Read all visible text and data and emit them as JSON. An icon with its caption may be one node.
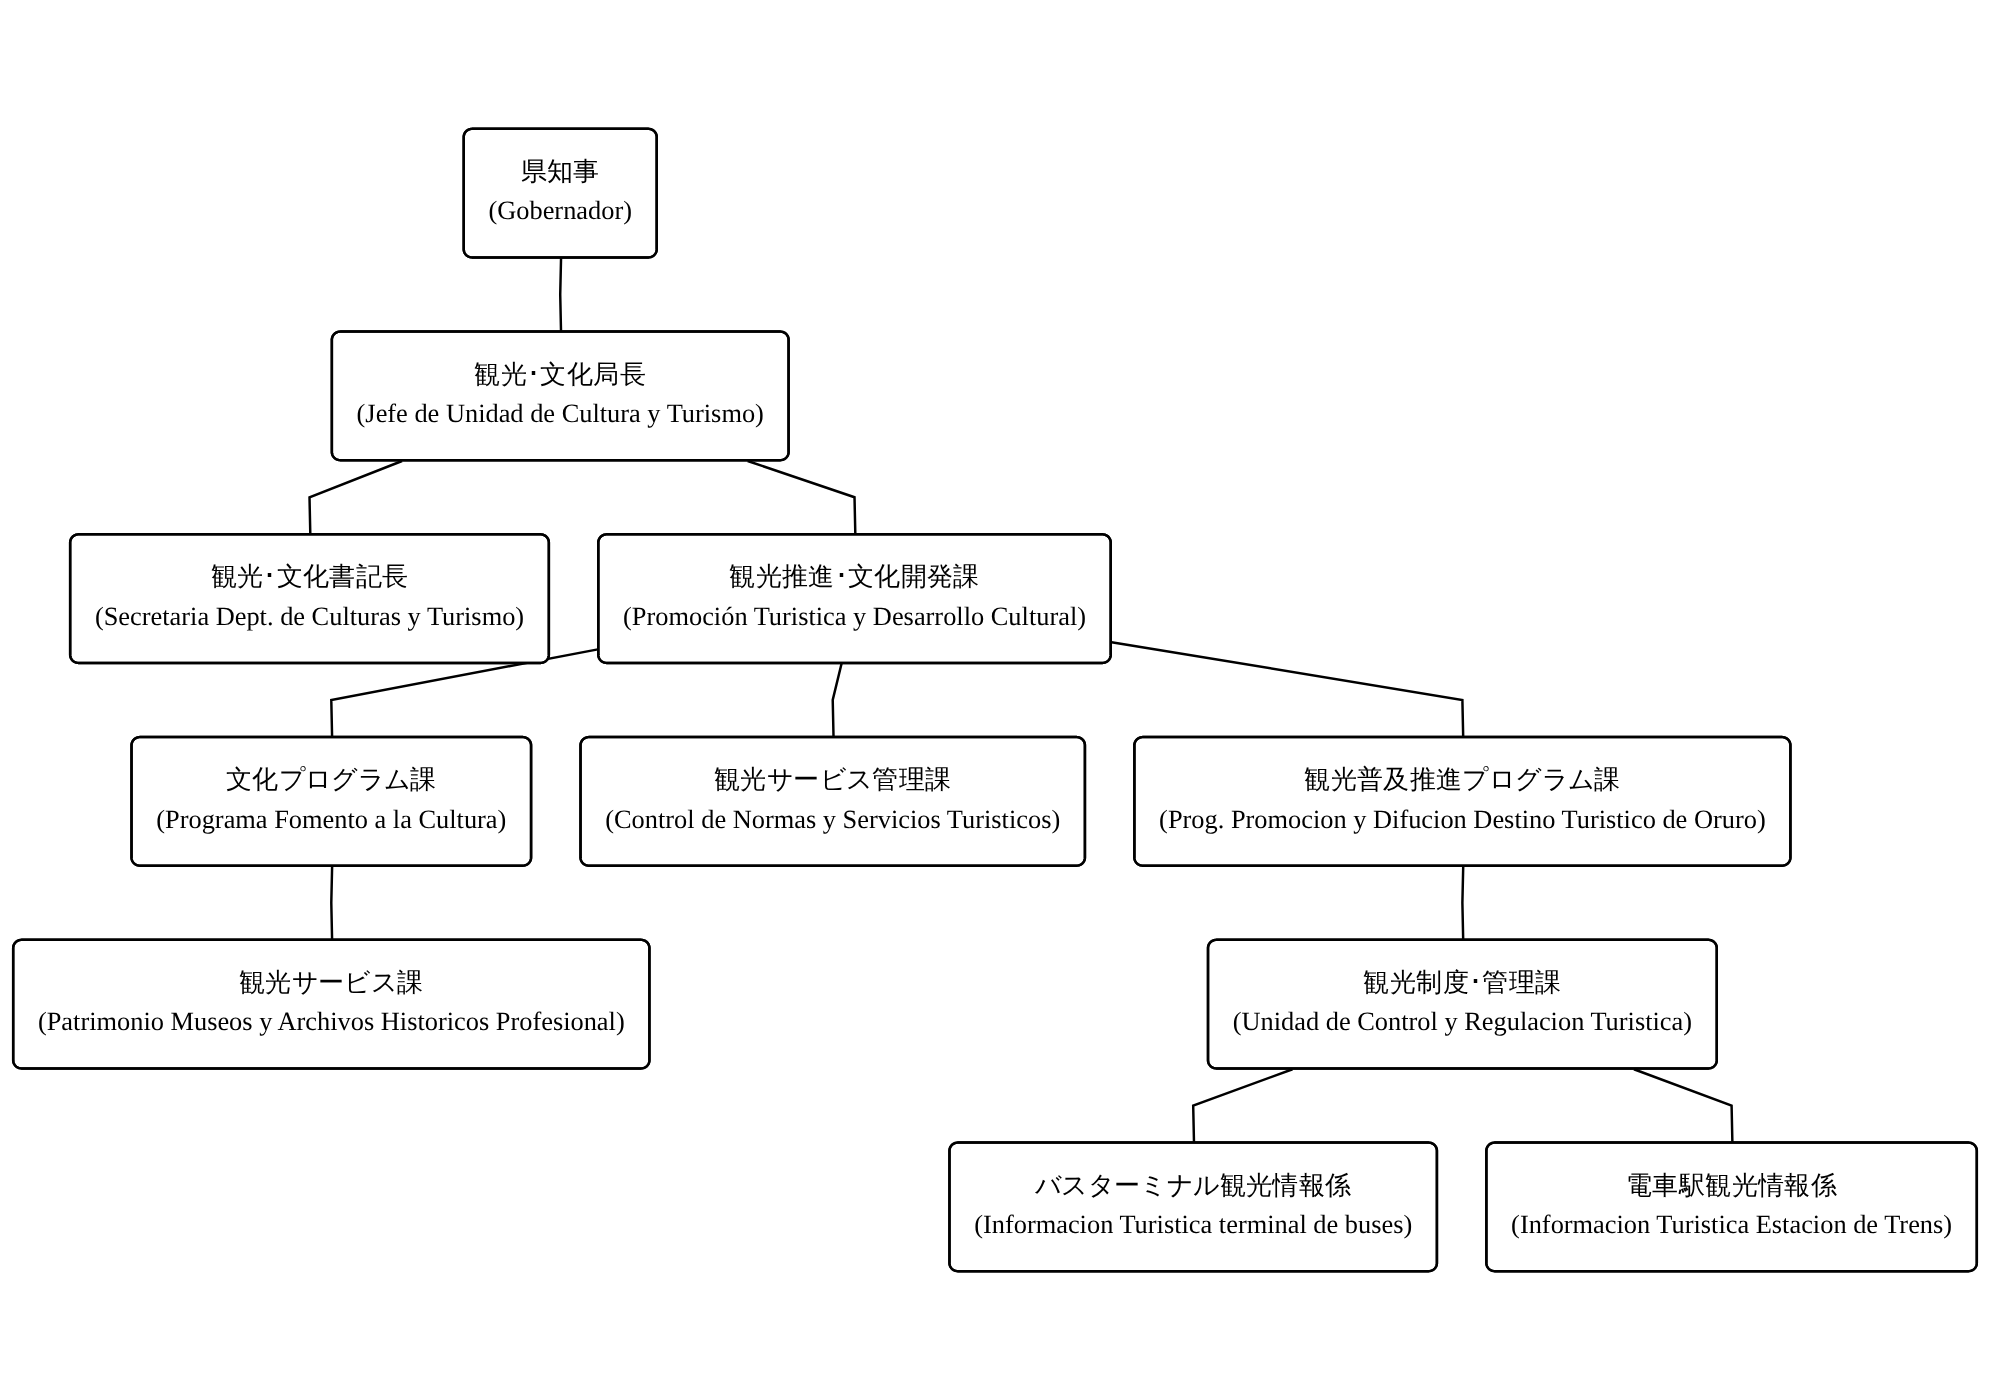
{
  "diagram": {
    "nodes": [
      {
        "text": [
          "県知事",
          "(Gobernador)"
        ]
      },
      {
        "text": [
          "観光･文化局長",
          "(Jefe de Unidad de Cultura y Turismo)"
        ]
      },
      {
        "text": [
          "観光･文化書記長",
          "(Secretaria Dept. de Culturas y Turismo)"
        ]
      },
      {
        "text": [
          "観光推進･文化開発課",
          "(Promoción Turistica y Desarrollo Cultural)"
        ]
      },
      {
        "text": [
          "文化プログラム課",
          "(Programa Fomento a la Cultura)"
        ]
      },
      {
        "text": [
          "観光サービス管理課",
          "(Control de Normas y Servicios Turisticos)"
        ]
      },
      {
        "text": [
          "観光普及推進プログラム課",
          "(Prog. Promocion y Difucion Destino Turistico de Oruro)"
        ]
      },
      {
        "text": [
          "観光サービス課",
          "(Patrimonio Museos y Archivos Historicos Profesional)"
        ]
      },
      {
        "text": [
          "観光制度･管理課",
          "(Unidad de Control y Regulacion Turistica)"
        ]
      },
      {
        "text": [
          "バスターミナル観光情報係",
          "(Informacion Turistica terminal de buses)"
        ]
      },
      {
        "text": [
          "電車駅観光情報係",
          "(Informacion Turistica Estacion de Trens)"
        ]
      }
    ],
    "edges": [
      {
        "from": 0,
        "to": 1,
        "arrow": "none"
      },
      {
        "from": 1,
        "to": 2,
        "arrow": "none"
      },
      {
        "from": 1,
        "to": 3,
        "arrow": "none"
      },
      {
        "from": 3,
        "to": 4,
        "arrow": "none"
      },
      {
        "from": 3,
        "to": 5,
        "arrow": "none"
      },
      {
        "from": 3,
        "to": 6,
        "arrow": "none"
      },
      {
        "from": 4,
        "to": 7,
        "arrow": "none"
      },
      {
        "from": 6,
        "to": 8,
        "arrow": "none"
      },
      {
        "from": 8,
        "to": 9,
        "arrow": "none"
      },
      {
        "from": 8,
        "to": 10,
        "arrow": "none"
      }
    ]
  }
}
